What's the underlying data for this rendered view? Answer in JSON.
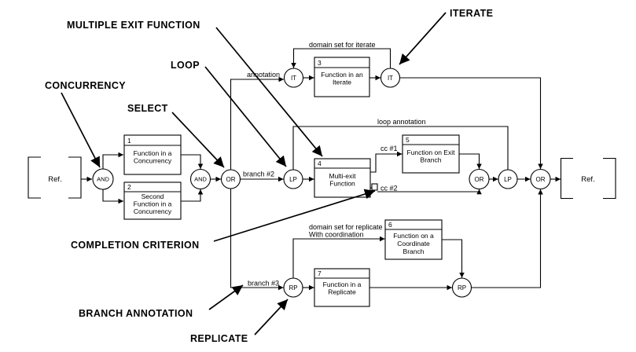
{
  "diagram": {
    "background": "#ffffff",
    "line_color": "#000000",
    "callouts": {
      "multiple_exit_function": "MULTIPLE EXIT FUNCTION",
      "iterate": "ITERATE",
      "loop": "LOOP",
      "concurrency": "CONCURRENCY",
      "select": "SELECT",
      "completion_criterion": "COMPLETION CRITERION",
      "branch_annotation": "BRANCH ANNOTATION",
      "replicate": "REPLICATE"
    },
    "refs": {
      "left": "Ref.",
      "right": "Ref."
    },
    "nodes": {
      "and1": "AND",
      "and2": "AND",
      "or1": "OR",
      "or2": "OR",
      "or3": "OR",
      "lp1": "LP",
      "lp2": "LP",
      "it1": "IT",
      "it2": "IT",
      "rp1": "RP",
      "rp2": "RP"
    },
    "boxes": [
      {
        "number": "1",
        "lines": [
          "Function in a",
          "Concurrency"
        ]
      },
      {
        "number": "2",
        "lines": [
          "Second",
          "Function in a",
          "Concurrency"
        ]
      },
      {
        "number": "3",
        "lines": [
          "Function in an",
          "Iterate"
        ]
      },
      {
        "number": "4",
        "lines": [
          "Multi-exit",
          "Function"
        ]
      },
      {
        "number": "5",
        "lines": [
          "Function on Exit",
          "Branch"
        ]
      },
      {
        "number": "6",
        "lines": [
          "Function on a",
          "Coordinate",
          "Branch"
        ]
      },
      {
        "number": "7",
        "lines": [
          "Function in a",
          "Replicate"
        ]
      }
    ],
    "annotations": {
      "annotation": "annotation",
      "domain_set_iterate": "domain set for iterate",
      "loop_annotation": "loop annotation",
      "branch2": "branch #2",
      "cc1": "cc #1",
      "cc2": "cc #2",
      "domain_set_replicate": "domain set for replicate",
      "with_coordination": "With coordination",
      "branch3": "branch #3"
    }
  }
}
